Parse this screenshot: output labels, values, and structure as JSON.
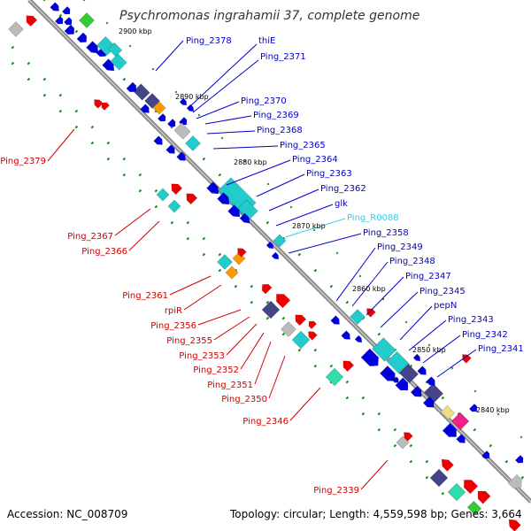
{
  "title": "Psychromonas ingrahamii 37, complete genome",
  "footer": {
    "accession": "Accession: NC_008709",
    "topology": "Topology: circular; Length: 4,559,598 bp; Genes: 3,664"
  },
  "colors": {
    "backbone": "#8c8c8c",
    "forward_label": "#0000cc",
    "reverse_label": "#cc0000",
    "rna_label": "#33ccee",
    "gc_dots": "#118811",
    "blue_gene": "#0000dd",
    "red_gene": "#ee0000",
    "cyan_gene": "#22cccc",
    "navy_gene": "#444488",
    "orange_gene": "#ff9900",
    "green_gene": "#33cc33",
    "mint_gene": "#33ddaa",
    "magenta_gene": "#ee2288",
    "grey_gene": "#bbbbbb",
    "yellow_gene": "#eedd88"
  },
  "scale_labels": [
    "2900 kbp",
    "2890 kbp",
    "2880 kbp",
    "2870 kbp",
    "2860 kbp",
    "2850 kbp",
    "2840 kbp"
  ],
  "gene_labels": [
    {
      "text": "Ping_2378",
      "strand": "forward"
    },
    {
      "text": "thiE",
      "strand": "forward"
    },
    {
      "text": "Ping_2371",
      "strand": "forward"
    },
    {
      "text": "Ping_2370",
      "strand": "forward"
    },
    {
      "text": "Ping_2369",
      "strand": "forward"
    },
    {
      "text": "Ping_2368",
      "strand": "forward"
    },
    {
      "text": "Ping_2365",
      "strand": "forward"
    },
    {
      "text": "Ping_2364",
      "strand": "forward"
    },
    {
      "text": "Ping_2363",
      "strand": "forward"
    },
    {
      "text": "Ping_2362",
      "strand": "forward"
    },
    {
      "text": "glk",
      "strand": "forward"
    },
    {
      "text": "Ping_R0088",
      "strand": "rna"
    },
    {
      "text": "Ping_2358",
      "strand": "forward"
    },
    {
      "text": "Ping_2349",
      "strand": "forward"
    },
    {
      "text": "Ping_2348",
      "strand": "forward"
    },
    {
      "text": "Ping_2347",
      "strand": "forward"
    },
    {
      "text": "Ping_2345",
      "strand": "forward"
    },
    {
      "text": "pepN",
      "strand": "forward"
    },
    {
      "text": "Ping_2343",
      "strand": "forward"
    },
    {
      "text": "Ping_2342",
      "strand": "forward"
    },
    {
      "text": "Ping_2341",
      "strand": "forward"
    },
    {
      "text": "Ping_2379",
      "strand": "reverse"
    },
    {
      "text": "Ping_2367",
      "strand": "reverse"
    },
    {
      "text": "Ping_2366",
      "strand": "reverse"
    },
    {
      "text": "Ping_2361",
      "strand": "reverse"
    },
    {
      "text": "rpiR",
      "strand": "reverse"
    },
    {
      "text": "Ping_2356",
      "strand": "reverse"
    },
    {
      "text": "Ping_2355",
      "strand": "reverse"
    },
    {
      "text": "Ping_2353",
      "strand": "reverse"
    },
    {
      "text": "Ping_2352",
      "strand": "reverse"
    },
    {
      "text": "Ping_2351",
      "strand": "reverse"
    },
    {
      "text": "Ping_2350",
      "strand": "reverse"
    },
    {
      "text": "Ping_2346",
      "strand": "reverse"
    },
    {
      "text": "Ping_2339",
      "strand": "reverse"
    }
  ]
}
